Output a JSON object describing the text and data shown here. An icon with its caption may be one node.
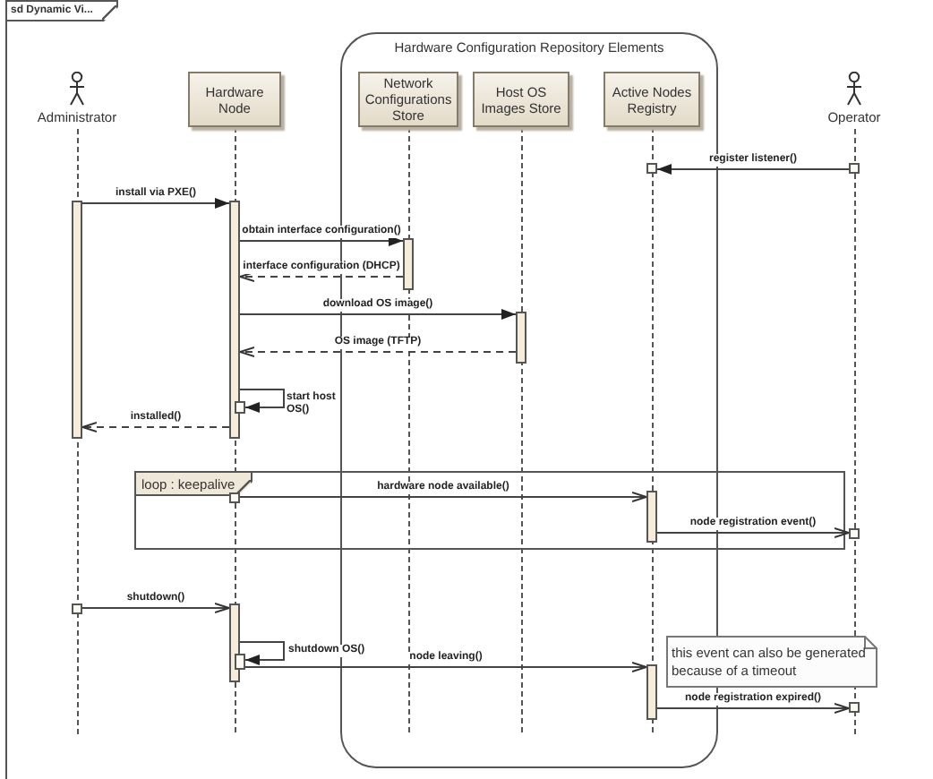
{
  "diagram": {
    "nodes": [
      {
        "text": [
          "sd Dynamic Vi..."
        ]
      },
      {
        "text": [
          "Hardware Configuration Repository Elements"
        ],
        "in": 0
      },
      {
        "text": [
          "Administrator"
        ],
        "in": 0
      },
      {
        "text": [
          "Hardware Node"
        ],
        "in": 0
      },
      {
        "text": [
          "Network Configurations Store"
        ],
        "in": 1
      },
      {
        "text": [
          "Host OS Images Store"
        ],
        "in": 1
      },
      {
        "text": [
          "Active Nodes Registry"
        ],
        "in": 1
      },
      {
        "text": [
          "Operator"
        ],
        "in": 0
      },
      {
        "text": [
          "loop : keepalive"
        ],
        "in": 0
      },
      {
        "text": [
          "this event can also be generated because of a timeout"
        ],
        "in": 0
      },
      {
        "text": [],
        "shape": "box",
        "in": 1
      },
      {
        "text": [],
        "shape": "box",
        "in": 0
      },
      {
        "text": [],
        "shape": "bar",
        "in": 0
      },
      {
        "text": [],
        "shape": "bar",
        "in": 0
      },
      {
        "text": [],
        "shape": "bar",
        "in": 1
      },
      {
        "text": [],
        "shape": "bar",
        "in": 1
      },
      {
        "text": [],
        "shape": "box",
        "in": 0
      },
      {
        "text": [],
        "shape": "box",
        "in": 8
      },
      {
        "text": [],
        "shape": "bar"
      },
      {
        "text": [],
        "shape": "box",
        "in": 0
      },
      {
        "text": [],
        "shape": "box",
        "in": 0
      },
      {
        "text": [],
        "shape": "bar",
        "in": 0
      },
      {
        "text": [],
        "shape": "box",
        "in": 0
      },
      {
        "text": [],
        "shape": "bar",
        "in": 1
      },
      {
        "text": [],
        "shape": "box",
        "in": 0
      }
    ],
    "edges": [
      {
        "from": 11,
        "to": 10,
        "arrow": "to",
        "label": "register listener()"
      },
      {
        "from": 12,
        "to": 13,
        "arrow": "to",
        "label": "install via PXE()"
      },
      {
        "from": 13,
        "to": 14,
        "arrow": "to",
        "label": "obtain interface configuration()"
      },
      {
        "from": 14,
        "to": 13,
        "arrow": "to",
        "label": "interface configuration (DHCP)",
        "style": "dashed"
      },
      {
        "from": 13,
        "to": 15,
        "arrow": "to",
        "label": "download OS image()"
      },
      {
        "from": 15,
        "to": 13,
        "arrow": "to",
        "label": "OS image (TFTP)",
        "style": "dashed"
      },
      {
        "from": 13,
        "to": 16,
        "arrow": "to",
        "label": "start host OS()"
      },
      {
        "from": 13,
        "to": 12,
        "arrow": "to",
        "label": "installed()",
        "style": "dashed"
      },
      {
        "from": 17,
        "to": 18,
        "arrow": "to",
        "label": "hardware node available()"
      },
      {
        "from": 18,
        "to": 19,
        "arrow": "to",
        "label": "node registration event()"
      },
      {
        "from": 20,
        "to": 21,
        "arrow": "to",
        "label": "shutdown()"
      },
      {
        "from": 21,
        "to": 22,
        "arrow": "to",
        "label": "shutdown OS()"
      },
      {
        "from": 22,
        "to": 23,
        "arrow": "to",
        "label": "node leaving()"
      },
      {
        "from": 23,
        "to": 24,
        "arrow": "to",
        "label": "node registration expired()"
      }
    ]
  }
}
